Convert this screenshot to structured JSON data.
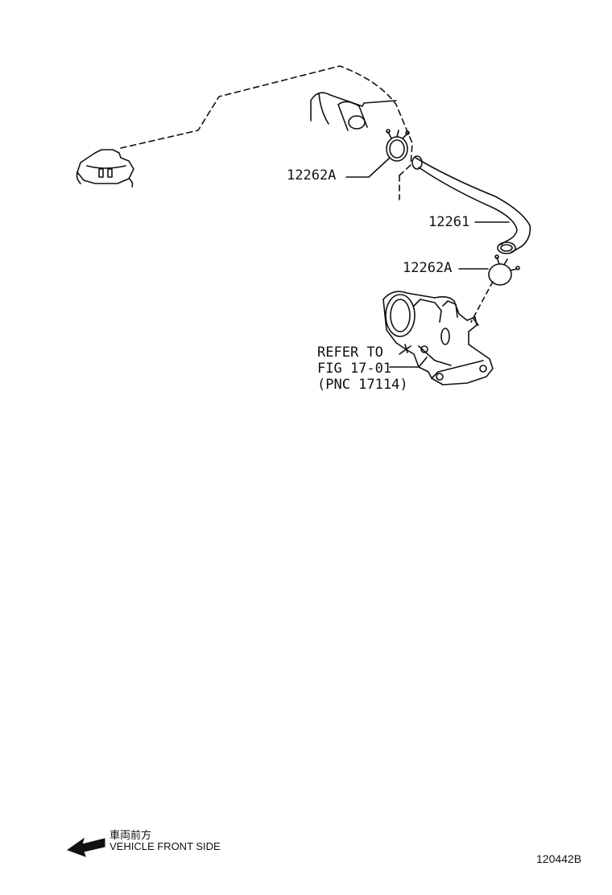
{
  "callouts": {
    "clip_upper": "12262A",
    "hose": "12261",
    "clip_lower": "12262A",
    "refer": [
      "REFER TO",
      "FIG 17-01",
      "(PNC 17114)"
    ]
  },
  "orientation": {
    "jp_label": "車両前方",
    "en_label": "VEHICLE FRONT SIDE",
    "arrow_icon": "left-arrow-icon"
  },
  "illustration_id": "120442B",
  "colors": {
    "line": "#111111",
    "background": "#ffffff"
  }
}
